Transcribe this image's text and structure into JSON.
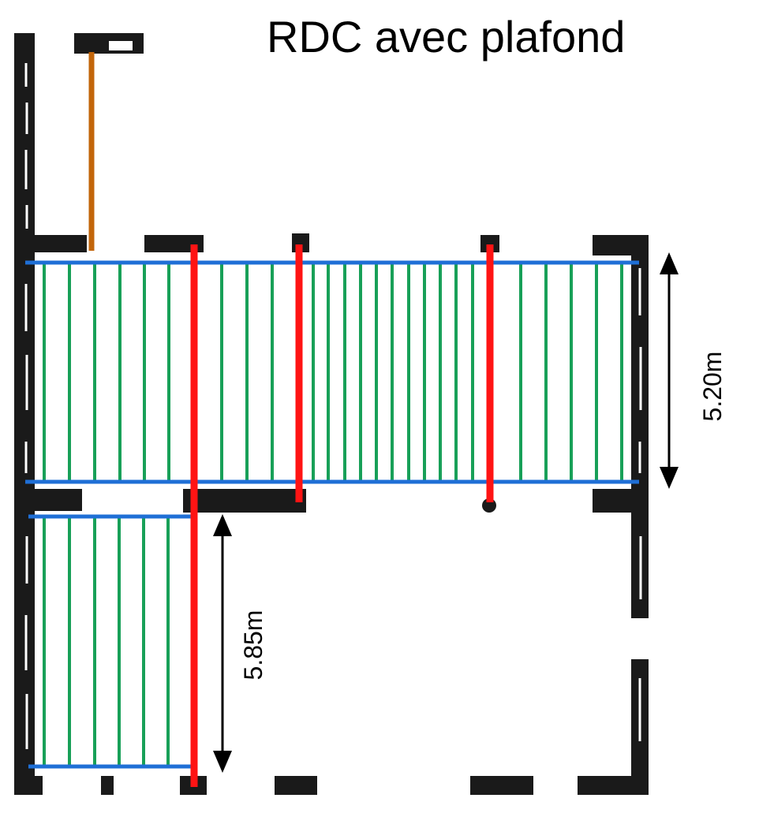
{
  "title": "RDC avec plafond",
  "dimensions": {
    "upper_span": "5.20m",
    "lower_span": "5.85m"
  },
  "colors": {
    "wall": "#1a1a1a",
    "joist": "#18a058",
    "bearer": "#1f6fd6",
    "beam": "#ff1414",
    "stair_beam": "#c2650a",
    "dimension": "#000000"
  }
}
